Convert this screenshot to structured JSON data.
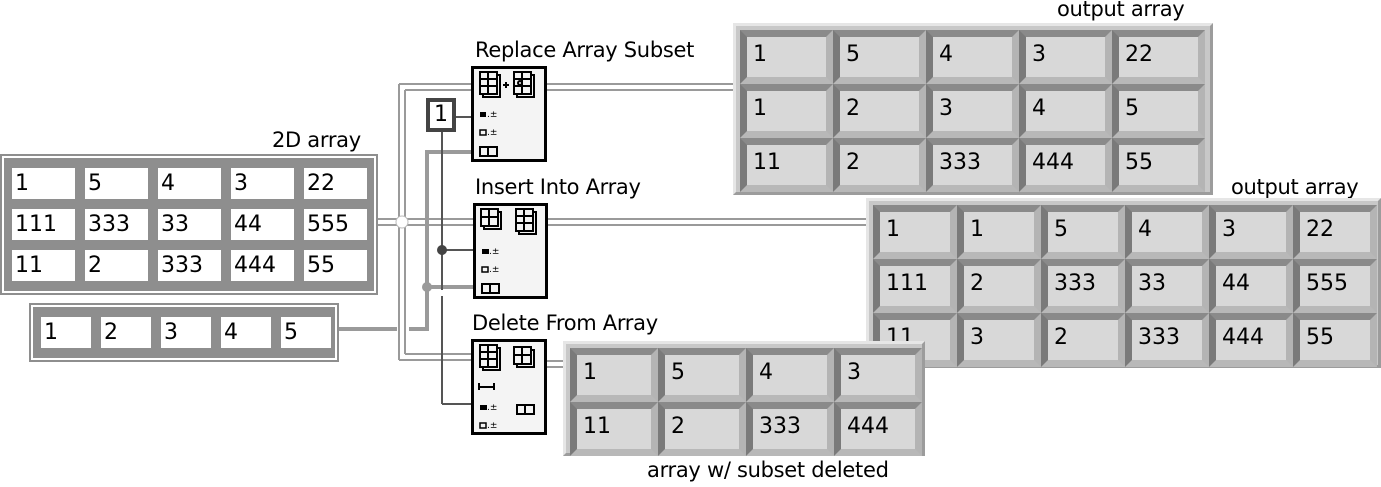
{
  "inputs": {
    "array_2d": {
      "label": "2D array",
      "rows": [
        [
          "1",
          "5",
          "4",
          "3",
          "22"
        ],
        [
          "111",
          "333",
          "33",
          "44",
          "555"
        ],
        [
          "11",
          "2",
          "333",
          "444",
          "55"
        ]
      ]
    },
    "array_1d": {
      "values": [
        "1",
        "2",
        "3",
        "4",
        "5"
      ]
    },
    "index_constant": "1"
  },
  "nodes": {
    "replace": {
      "title": "Replace Array Subset",
      "icon": "replace-array-subset-icon"
    },
    "insert": {
      "title": "Insert Into Array",
      "icon": "insert-into-array-icon"
    },
    "delete": {
      "title": "Delete From Array",
      "icon": "delete-from-array-icon"
    }
  },
  "outputs": {
    "replace_output": {
      "label": "output array",
      "rows": [
        [
          "1",
          "5",
          "4",
          "3",
          "22"
        ],
        [
          "1",
          "2",
          "3",
          "4",
          "5"
        ],
        [
          "11",
          "2",
          "333",
          "444",
          "55"
        ]
      ]
    },
    "insert_output": {
      "label": "output array",
      "rows": [
        [
          "1",
          "1",
          "5",
          "4",
          "3",
          "22"
        ],
        [
          "111",
          "2",
          "333",
          "33",
          "44",
          "555"
        ],
        [
          "11",
          "3",
          "2",
          "333",
          "444",
          "55"
        ]
      ]
    },
    "delete_output": {
      "label": "array w/ subset deleted",
      "rows": [
        [
          "1",
          "5",
          "4",
          "3"
        ],
        [
          "11",
          "2",
          "333",
          "444"
        ]
      ]
    }
  },
  "colors": {
    "wire_array": "#9a9a9a",
    "wire_scalar": "#555555",
    "frame": "#8e8e8e",
    "indicator_cell": "#d8d8d8"
  }
}
